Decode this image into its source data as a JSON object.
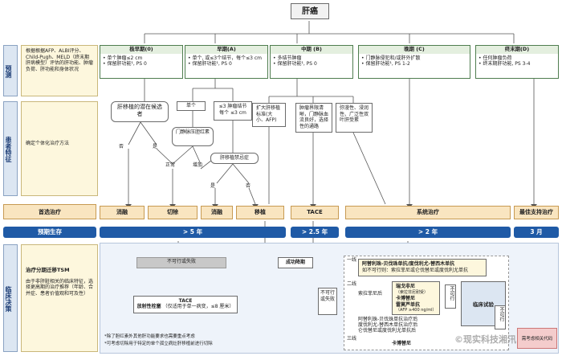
{
  "title": "肝癌",
  "rows": {
    "prognosis": "预测",
    "patient": "患者特征",
    "first_treatment": "首选治疗",
    "expected_survival": "预期生存",
    "clinical_decision": "临床决策"
  },
  "prognosis_note": "根据根据AFP、ALBI评分、Child-Pugh、MELD（终末期肝病模型）评估的肝功能、肿瘤负荷、肝功能和身体状况",
  "patient_note": "确定个体化治疗方法",
  "stages": [
    {
      "title": "极早期(0)",
      "lines": [
        "• 单个肿瘤≤2 cm",
        "• 保留肝功能¹, PS 0"
      ]
    },
    {
      "title": "早期(A)",
      "lines": [
        "• 单个, 或≤3个结节，每个≤3 cm",
        "• 保留肝功能¹, PS 0"
      ]
    },
    {
      "title": "中期 (B)",
      "lines": [
        "• 多结节肿瘤",
        "• 保留肝功能¹, PS 0"
      ]
    },
    {
      "title": "晚期 (C)",
      "lines": [
        "• 门静脉侵犯和/或肝外扩散",
        "• 保留肝功能¹, PS 1-2"
      ]
    },
    {
      "title": "终末期(D)",
      "lines": [
        "• 任何肿瘤负荷",
        "• 终末期肝功能, PS 3-4"
      ]
    }
  ],
  "flow": {
    "transplant_candidate": "肝移植的潜在候选者",
    "single": "单个",
    "le3_nodules": "≤3 肿瘤结节每个 ≤3 cm",
    "portal_pressure": "门静脉压胆红素",
    "no": "否",
    "yes": "是",
    "normal": "正常",
    "increased": "增加",
    "transplant_contra": "肝移植禁忌症",
    "yes2": "是",
    "no2": "否",
    "b1": "扩大肝移植标准(大小、AFP)",
    "b2": "肿瘤界限清晰，门静脉血流良好，选择性的通路",
    "b3": "弥漫性、浸润性、广泛性双叶肝受累"
  },
  "treatments": [
    "消融",
    "切除",
    "消融",
    "移植",
    "TACE",
    "系统治疗",
    "最佳支持治疗"
  ],
  "survival": [
    "> 5 年",
    "> 2.5 年",
    "> 2 年",
    "3 月"
  ],
  "decision": {
    "tsm_title": "治疗分期迁移TSM",
    "tsm_text": "由于非肝脏相关的临床特征，选择更高期的治疗推荐（年龄、合并症、患者价值观和可及性）",
    "not_feasible_fail": "不可行或失败",
    "tace_label": "TACE",
    "tace_sub": "放射性栓塞",
    "tace_note": "（仅适用于单一病变，≤8 厘米）",
    "success_downstage": "成功降期",
    "not_feasible_fail2": "不可行或失败",
    "line1": "一线",
    "line1_drugs": "阿替利珠-贝伐珠单抗/度伐利尤-替西木单抗",
    "line1_alt": "如不可行则：索拉菲尼或仑伐替尼或度伐利尤单抗",
    "line2": "二线",
    "line2_a": "索拉菲尼后",
    "line2_b1": "瑞戈非尼",
    "line2_b2": "（索拉非尼耐受）",
    "line2_c": "卡博替尼",
    "line2_d": "雷莫芦单抗",
    "line2_e": "（AFP ≥400 ng/ml）",
    "line2_f": "阿替利珠-贝伐珠单抗治疗后",
    "line2_g": "度伐利尤-替西木单抗治疗后",
    "line2_h": "仑伐替尼或度伐利尤单抗后",
    "not_feasible": "不可行",
    "clinical_trial": "临床试验",
    "line3": "三线",
    "line3_drug": "卡博替尼",
    "not_feasible2": "不可行",
    "footnote1": "*除了胆红素外其他肝功能要求也需要重点考虑",
    "footnote2": "*可考虑切除用于特定的单个孤立病灶肝移植前进行切除",
    "bottom_right": "需考虑相关代码"
  },
  "watermark": "©现实科技湘汛"
}
